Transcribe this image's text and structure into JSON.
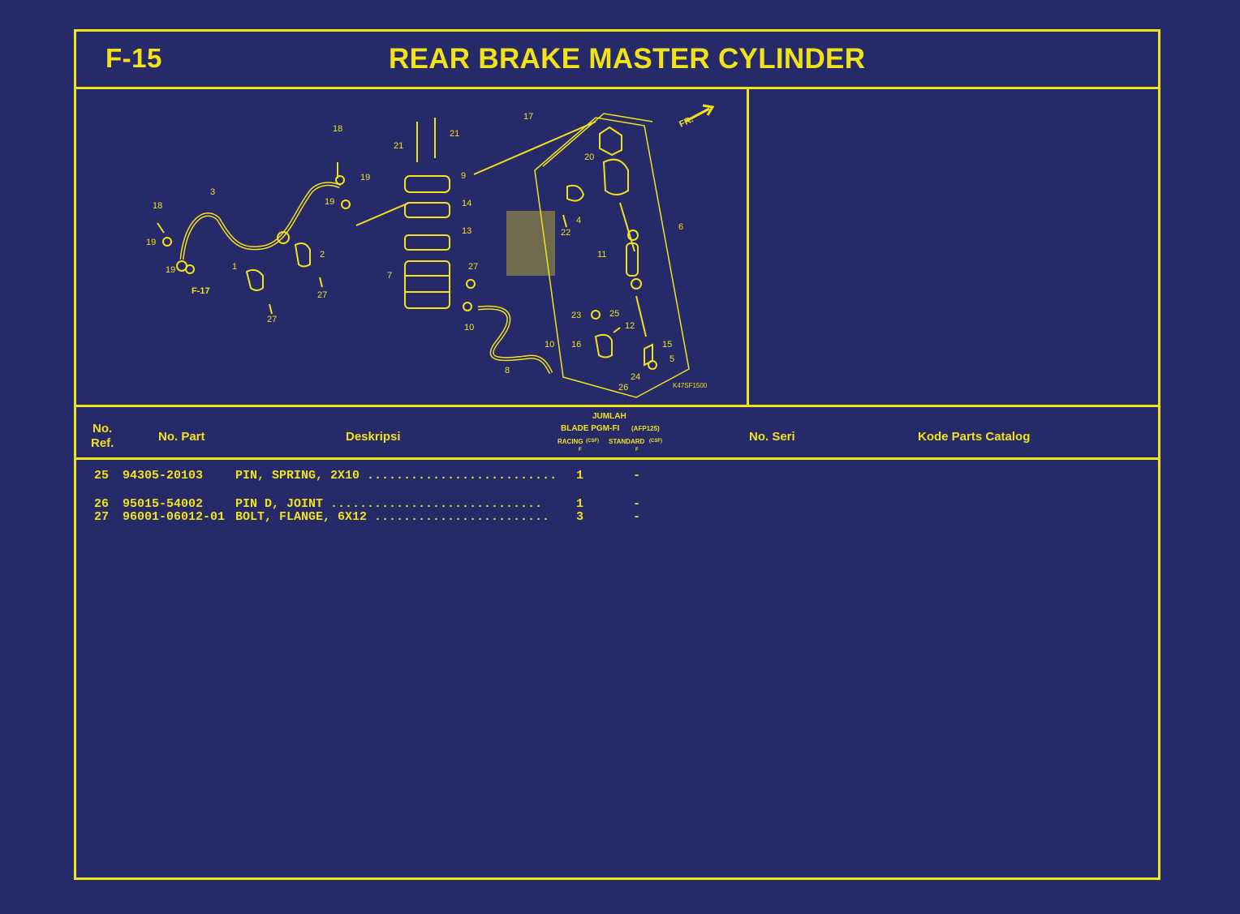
{
  "header": {
    "code": "F-15",
    "title": "REAR BRAKE MASTER CYLINDER"
  },
  "diagram": {
    "callouts": [
      "1",
      "2",
      "3",
      "4",
      "5",
      "6",
      "7",
      "8",
      "9",
      "10",
      "11",
      "12",
      "13",
      "14",
      "15",
      "16",
      "17",
      "18",
      "19",
      "20",
      "21",
      "22",
      "23",
      "24",
      "25",
      "26",
      "27"
    ],
    "ref_label": "F-17",
    "direction_label": "FR.",
    "drawing_id": "K47SF1500"
  },
  "table": {
    "headers": {
      "ref_line1": "No.",
      "ref_line2": "Ref.",
      "part": "No. Part",
      "desc": "Deskripsi",
      "qty_title": "JUMLAH",
      "qty_model": "BLADE PGM-FI",
      "qty_model_code": "(AFP125)",
      "qty_racing": "RACING",
      "qty_racing_code": "(CSF)",
      "qty_standard": "STANDARD",
      "qty_standard_code": "(CSF)",
      "qty_f1": "F",
      "qty_f2": "F",
      "serial": "No. Seri",
      "catalog": "Kode Parts Catalog"
    },
    "rows": [
      {
        "ref": "25",
        "part": "94305-20103",
        "desc": "PIN, SPRING, 2X10 ..........................",
        "racing": "1",
        "standard": "-"
      },
      {
        "ref": "26",
        "part": "95015-54002",
        "desc": "PIN D, JOINT .............................",
        "racing": "1",
        "standard": "-"
      },
      {
        "ref": "27",
        "part": "96001-06012-01",
        "desc": "BOLT, FLANGE, 6X12 ........................",
        "racing": "3",
        "standard": "-"
      }
    ]
  },
  "colors": {
    "background": "#272a69",
    "line": "#f2e21a"
  }
}
